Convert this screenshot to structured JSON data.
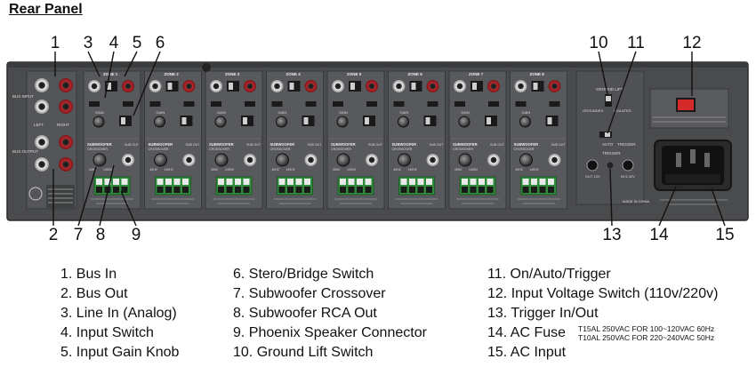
{
  "title": "Rear Panel",
  "callouts": {
    "c1": "1",
    "c3": "3",
    "c4": "4",
    "c5": "5",
    "c6": "6",
    "c10": "10",
    "c11": "11",
    "c12": "12",
    "c2": "2",
    "c7": "7",
    "c8": "8",
    "c9": "9",
    "c13": "13",
    "c14": "14",
    "c15": "15"
  },
  "panel_labels": {
    "bus_input": "BUS INPUT",
    "bus_output": "BUS OUTPUT",
    "left": "LEFT",
    "right": "RIGHT",
    "gain": "GAIN",
    "subwoofer": "SUBWOOFER",
    "crossover": "CROSSOVER",
    "sub_out": "SUB OUT",
    "hz40": "40HZ",
    "hz140": "140HZ",
    "ground_lift": "GROUND LIFT",
    "grounded": "GROUNDED",
    "isolated": "ISOLATED",
    "auto": "AUTO",
    "trigger": "TRIGGER",
    "out_12v": "OUT 12V",
    "in_5v": "IN 5-32V",
    "made_in": "MADE IN CHINA",
    "zones": [
      "ZONE 1",
      "ZONE 2",
      "ZONE 3",
      "ZONE 4",
      "ZONE 5",
      "ZONE 6",
      "ZONE 7",
      "ZONE 8"
    ]
  },
  "legend": {
    "col1": [
      "1. Bus In",
      "2. Bus Out",
      "3. Line In (Analog)",
      "4. Input Switch",
      "5. Input Gain Knob"
    ],
    "col2": [
      "6. Stero/Bridge Switch",
      "7. Subwoofer Crossover",
      "8. Subwoofer RCA Out",
      "9. Phoenix Speaker Connector",
      "10. Ground Lift Switch"
    ],
    "col3": [
      "11. On/Auto/Trigger",
      "12. Input Voltage Switch (110v/220v)",
      "13. Trigger In/Out",
      "14. AC Fuse",
      "15. AC Input"
    ]
  },
  "fuse_notes": [
    "T15AL 250VAC FOR 100~120VAC 60Hz",
    "T10AL 250VAC FOR 220~240VAC 50Hz"
  ],
  "colors": {
    "panel": "#4a4b4d",
    "panel_dark": "#2e2f31",
    "module": "#5a5b5e",
    "rca_red": "#c0282d",
    "rca_white": "#e8e8e8",
    "voltage_red": "#d62a2a",
    "speaker_green": "#2f8a3b"
  }
}
